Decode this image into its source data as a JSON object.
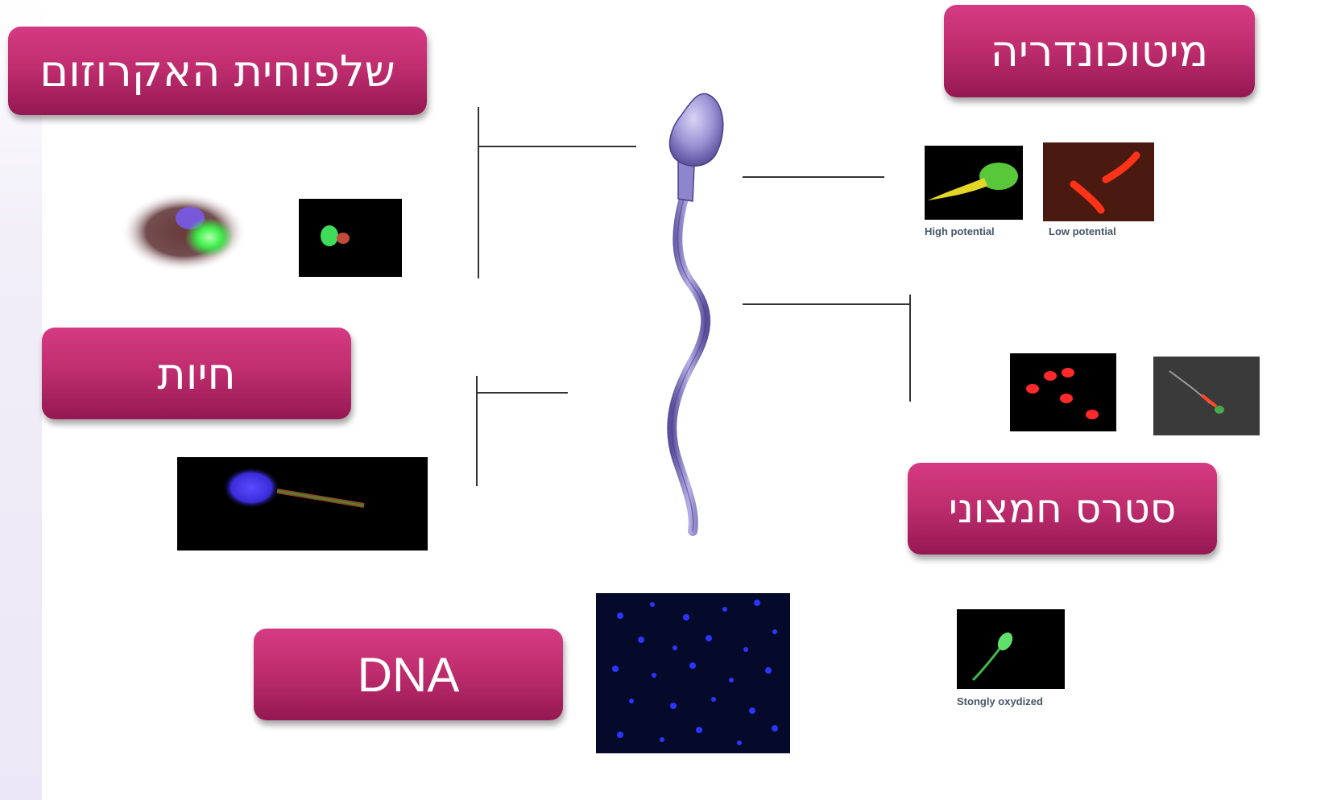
{
  "labels": {
    "acrosome": "שלפוחית האקרוזום",
    "mitochondria": "מיטוכונדריה",
    "viability": "חיות",
    "oxidative_stress": "סטרס חמצוני",
    "dna": "DNA"
  },
  "captions": {
    "high_potential": "High potential",
    "low_potential": "Low potential",
    "strongly_oxidized": "Stongly oxydized"
  },
  "colors": {
    "label_top": "#d53a82",
    "label_bottom": "#951853",
    "sperm": "#8a80c8"
  }
}
